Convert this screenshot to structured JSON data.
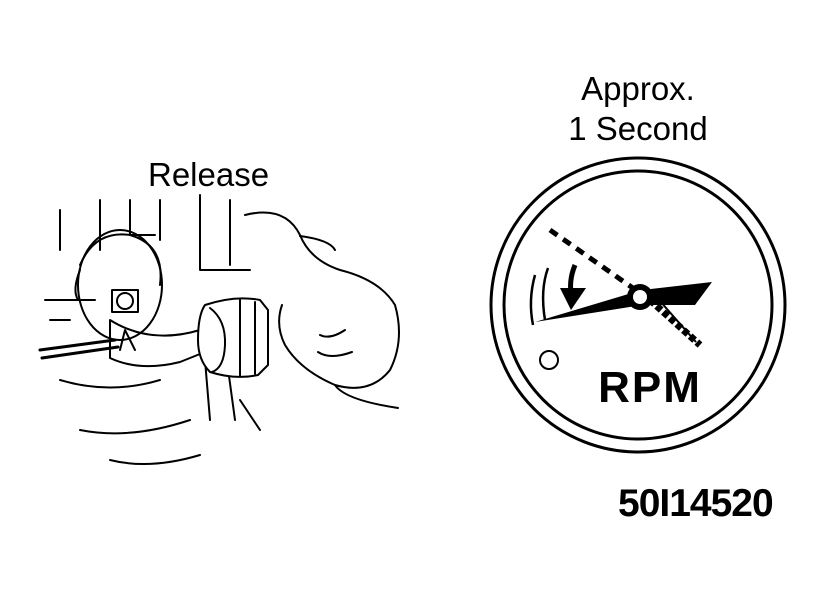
{
  "labels": {
    "release": "Release",
    "approx": "Approx.",
    "duration": "1 Second",
    "gauge_unit": "RPM",
    "figure_id": "50I14520"
  },
  "icons": {
    "left_illustration": "hand-release-mechanism-icon",
    "gauge": "tachometer-gauge-icon",
    "needle_drop": "needle-drop-arrow-icon"
  },
  "colors": {
    "ink": "#000000",
    "paper": "#ffffff"
  }
}
